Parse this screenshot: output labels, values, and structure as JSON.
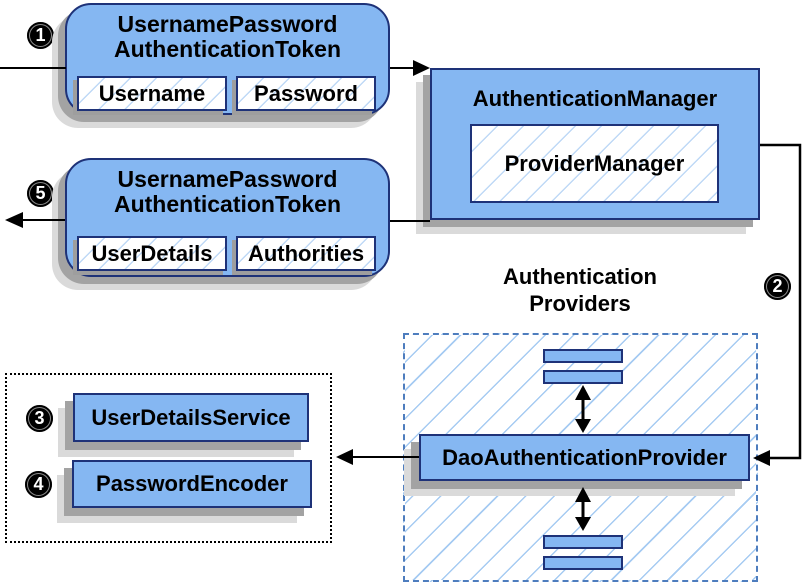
{
  "colors": {
    "box_fill": "#85B7F2",
    "box_border": "#1E3278",
    "hatch": "#A6CBF2",
    "hatch_light": "#BFD9F6",
    "dashed_border": "#4E7DBE",
    "dotted_border": "#000000",
    "shadow_dark": "#A3A3A3",
    "shadow_light": "#DADADA",
    "arrow": "#000000",
    "text": "#000000",
    "badge_bg": "#000000",
    "badge_fg": "#FFFFFF"
  },
  "badges": {
    "step1": "1",
    "step2": "2",
    "step3": "3",
    "step4": "4",
    "step5": "5"
  },
  "nodes": {
    "request_token": {
      "title_line1": "UsernamePassword",
      "title_line2": "AuthenticationToken",
      "fields": [
        "Username",
        "Password"
      ]
    },
    "authentication_manager": {
      "title": "AuthenticationManager",
      "inner_label": "ProviderManager"
    },
    "response_token": {
      "title_line1": "UsernamePassword",
      "title_line2": "AuthenticationToken",
      "fields": [
        "UserDetails",
        "Authorities"
      ]
    },
    "authentication_providers": {
      "label_line1": "Authentication",
      "label_line2": "Providers",
      "provider_label": "DaoAuthenticationProvider"
    },
    "collaborators": {
      "user_details_service": "UserDetailsService",
      "password_encoder": "PasswordEncoder"
    }
  }
}
